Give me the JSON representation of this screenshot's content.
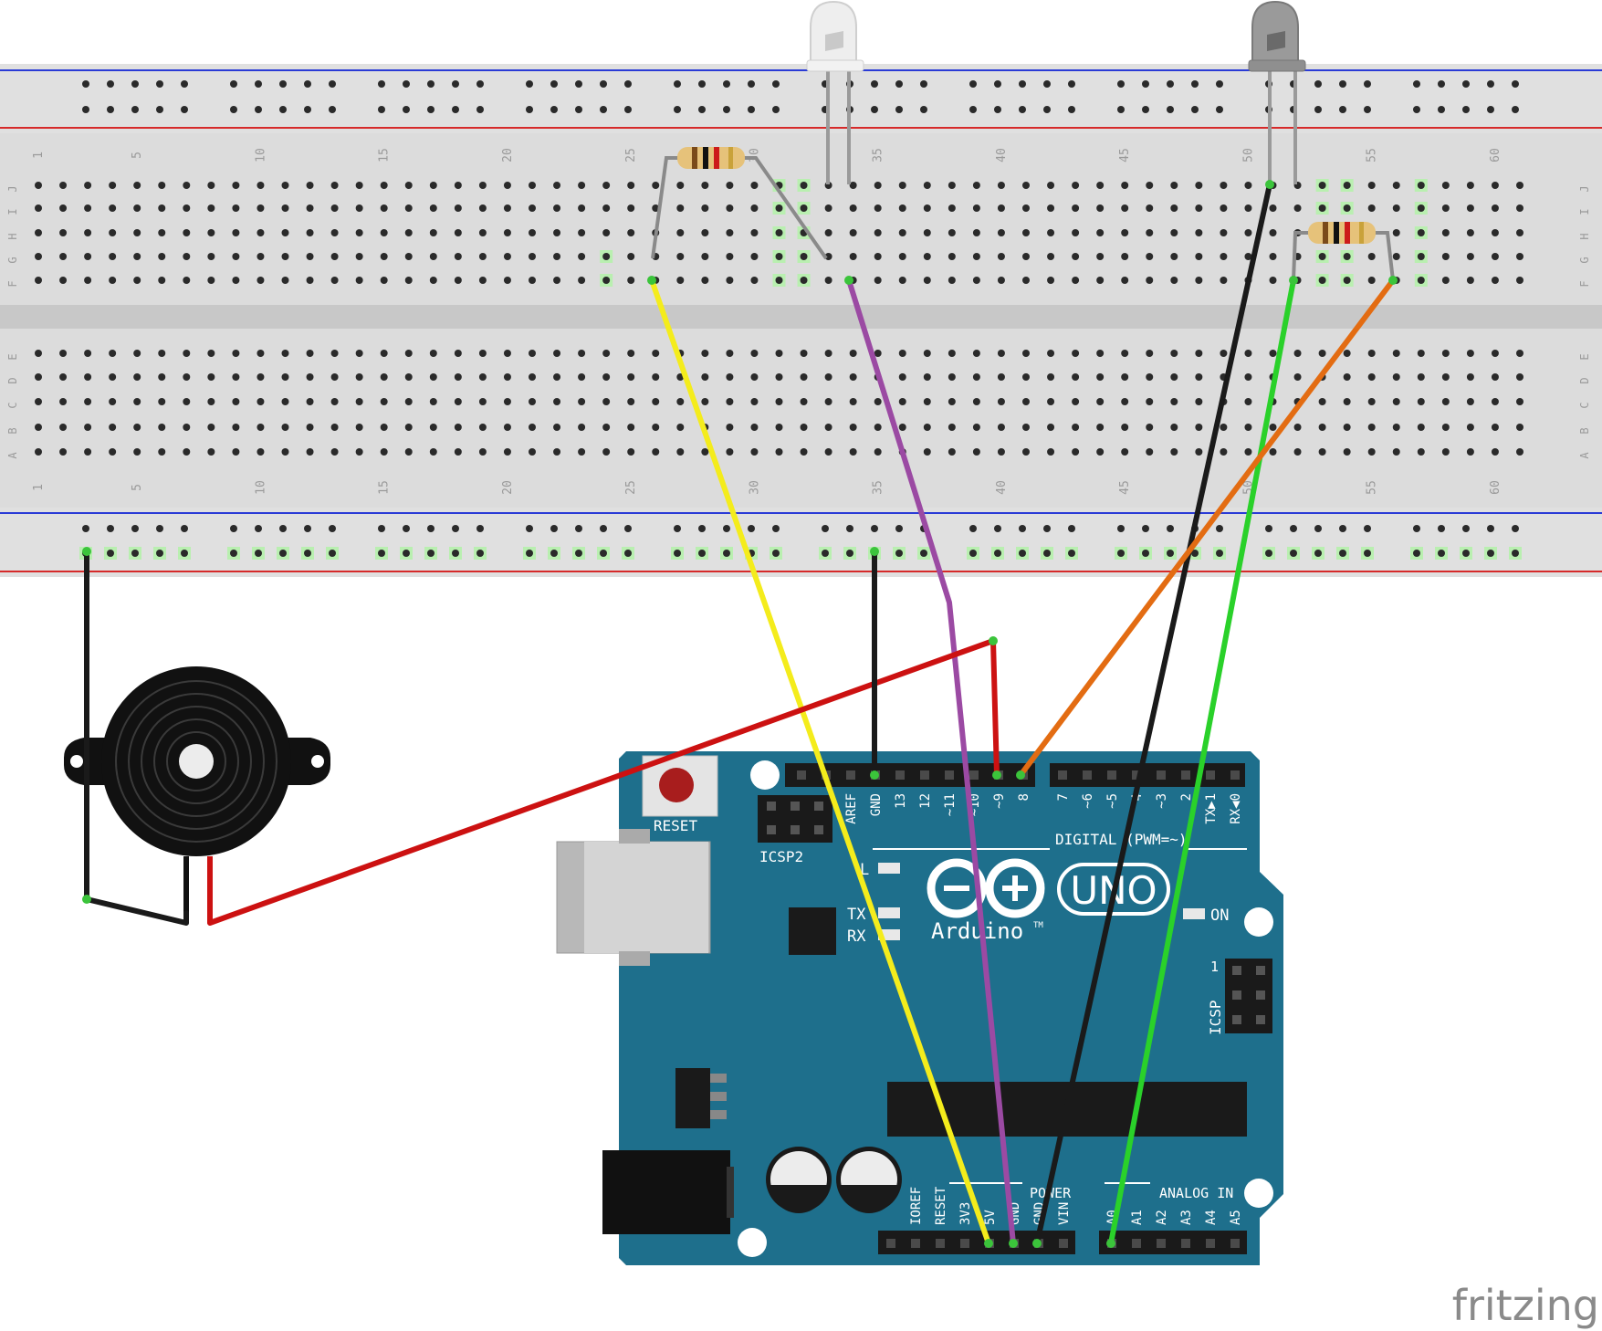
{
  "breadboard": {
    "row_letters_top": [
      "J",
      "I",
      "H",
      "G",
      "F"
    ],
    "row_letters_bottom": [
      "E",
      "D",
      "C",
      "B",
      "A"
    ],
    "column_numbers": [
      "1",
      "5",
      "10",
      "15",
      "20",
      "25",
      "30",
      "35",
      "40",
      "45",
      "50",
      "55",
      "60"
    ]
  },
  "arduino": {
    "reset_label": "RESET",
    "icsp2_label": "ICSP2",
    "icsp_label": "ICSP",
    "icsp_pin1": "1",
    "model": "UNO",
    "brand": "Arduino",
    "trademark": "TM",
    "on_label": "ON",
    "led_l": "L",
    "tx_label": "TX",
    "rx_label": "RX",
    "digital_label": "DIGITAL (PWM=~)",
    "digital_pins_left": [
      "AREF",
      "GND",
      "13",
      "12",
      "~11",
      "~10",
      "~9",
      "8"
    ],
    "digital_pins_right": [
      "7",
      "~6",
      "~5",
      "4",
      "~3",
      "2",
      "TX▶1",
      "RX◀0"
    ],
    "power_label": "POWER",
    "power_pins": [
      "IOREF",
      "RESET",
      "3V3",
      "5V",
      "GND",
      "GND",
      "VIN"
    ],
    "analog_label": "ANALOG IN",
    "analog_pins": [
      "A0",
      "A1",
      "A2",
      "A3",
      "A4",
      "A5"
    ]
  },
  "watermark": "fritzing",
  "colors": {
    "board_blue": "#1e6f8c",
    "wire_yellow": "#f4ec1c",
    "wire_purple": "#9b4aa3",
    "wire_red": "#cc1111",
    "wire_black": "#1a1a1a",
    "wire_orange": "#e36c12",
    "wire_green": "#2ad12a",
    "breadboard": "#dcdcdc"
  }
}
